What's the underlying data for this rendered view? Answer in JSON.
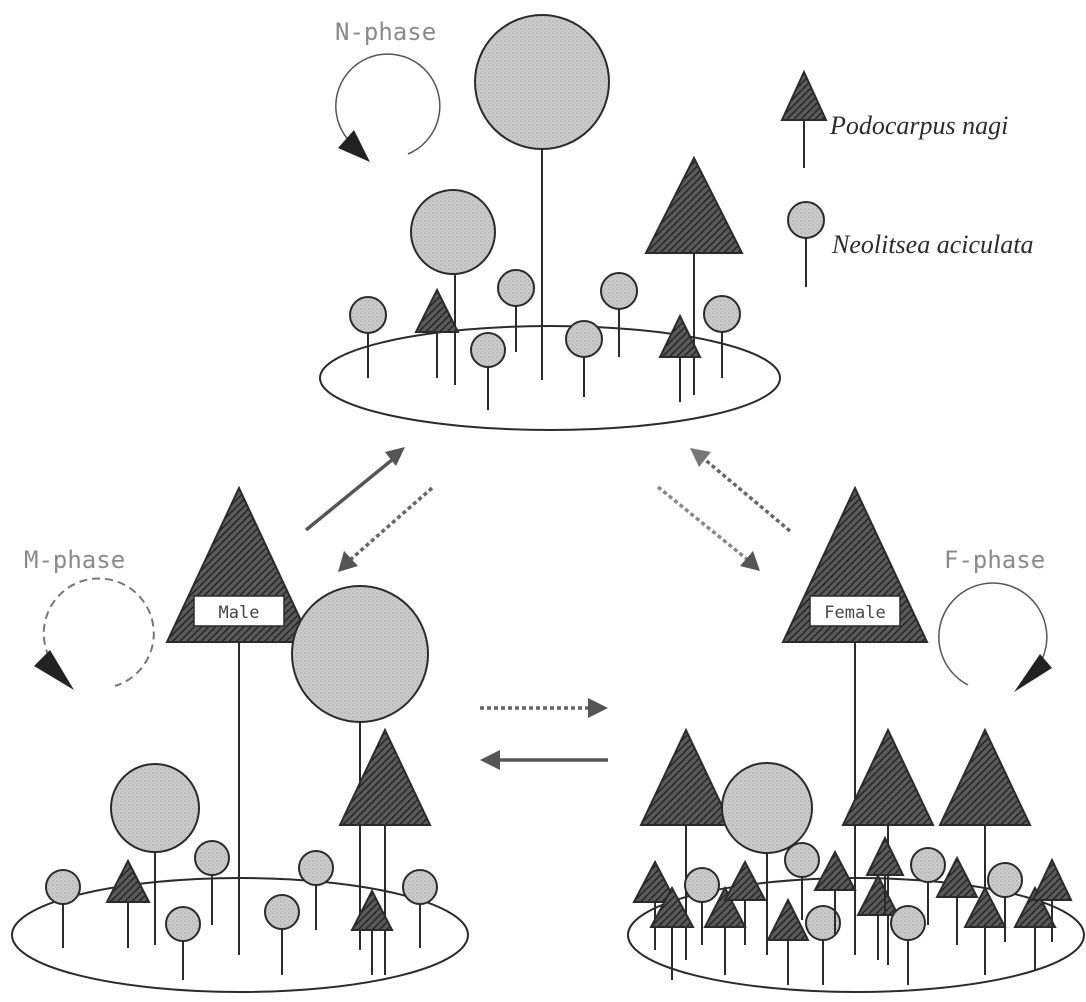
{
  "phases": {
    "n": {
      "label": "N-phase"
    },
    "m": {
      "label": "M-phase",
      "tag": "Male"
    },
    "f": {
      "label": "F-phase",
      "tag": "Female"
    }
  },
  "legend": {
    "podocarpus": {
      "label": "Podocarpus nagi"
    },
    "neolitsea": {
      "label": "Neolitsea aciculata"
    }
  },
  "colors": {
    "ink": "#2b2b2b",
    "circle_fill": "#c9c9c9",
    "hatch": "#3a3a3a",
    "label_gray": "#8a8a8a",
    "dotted_arrow": "#8c8c8c"
  }
}
